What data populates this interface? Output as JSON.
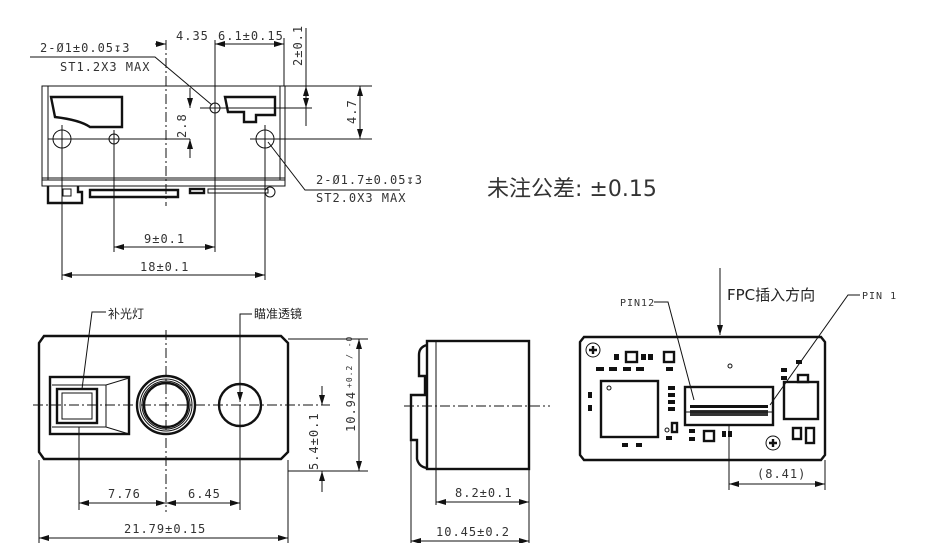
{
  "top_view": {
    "hole1_callout": "2-Ø1±0.05↧3",
    "hole1_screw": "ST1.2X3 MAX",
    "hole2_callout": "2-Ø1.7±0.05↧3",
    "hole2_screw": "ST2.0X3 MAX",
    "dim_4_35": "4.35",
    "dim_6_1": "6.1±0.15",
    "dim_2": "2±0.1",
    "dim_4_7": "4.7",
    "dim_2_8": "2.8",
    "dim_9": "9±0.1",
    "dim_18": "18±0.1"
  },
  "general_tolerance": "未注公差: ±0.15",
  "front_view": {
    "label_fill_light": "补光灯",
    "label_aim_lens": "瞄准透镜",
    "dim_7_76": "7.76",
    "dim_6_45": "6.45",
    "dim_21_79": "21.79±0.15",
    "dim_5_4": "5.4±0.1",
    "dim_10_94": "10.94",
    "dim_10_94_tol": "+0.2 / -0"
  },
  "side_view": {
    "dim_8_2": "8.2±0.1",
    "dim_10_45": "10.45±0.2"
  },
  "back_view": {
    "fpc_direction": "FPC插入方向",
    "pin12": "PIN12",
    "pin1": "PIN 1",
    "dim_8_41": "(8.41)"
  }
}
